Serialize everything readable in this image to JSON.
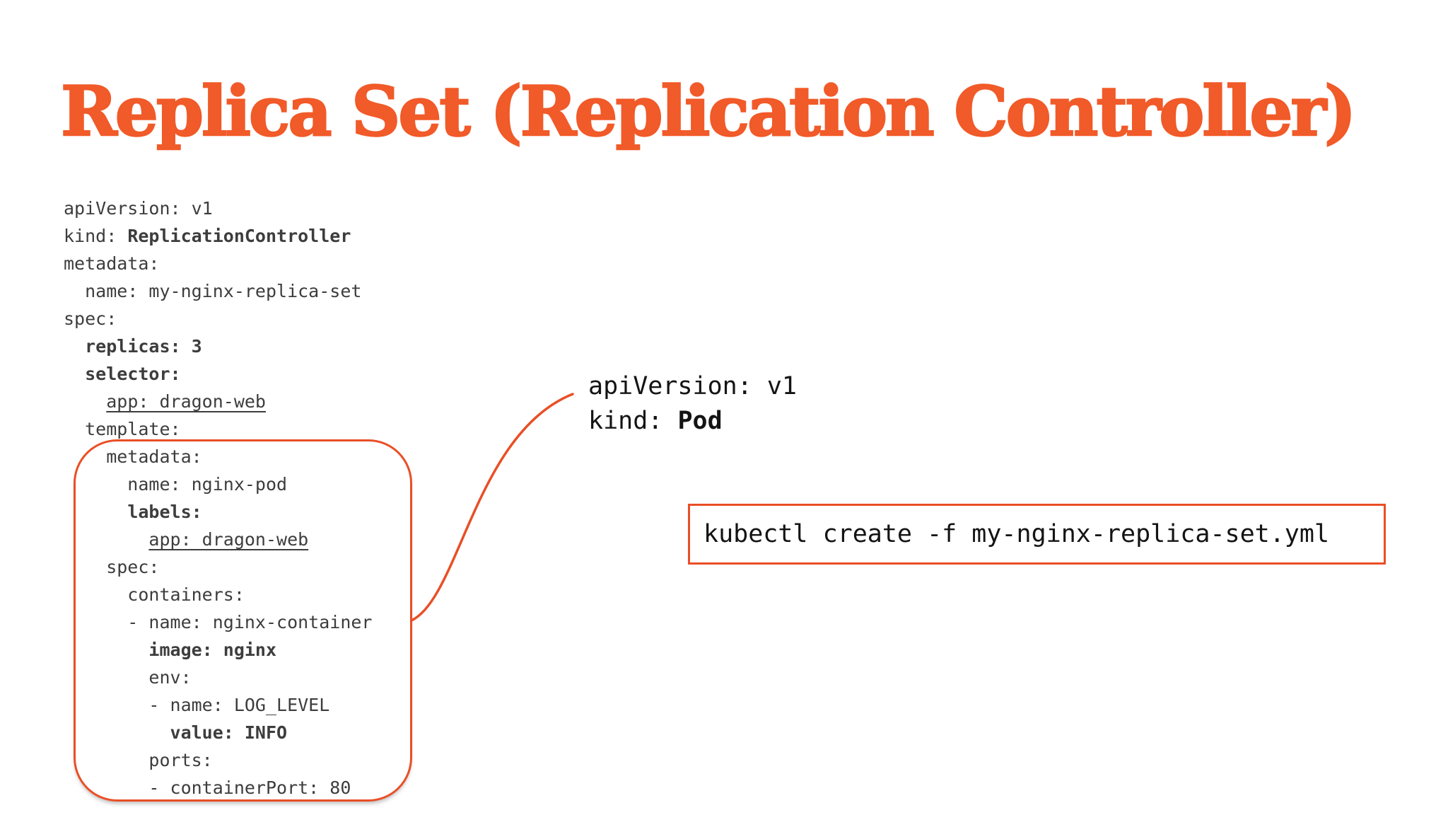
{
  "colors": {
    "accent": "#e94f26",
    "title": "#f15a29",
    "code_ink": "#3d3d3d",
    "ink": "#141414"
  },
  "slide": {
    "title": "Replica Set (Replication Controller)"
  },
  "left_yaml": {
    "lines": [
      [
        {
          "text": "apiVersion: v1"
        }
      ],
      [
        {
          "text": "kind: "
        },
        {
          "text": "ReplicationController",
          "bold": true
        }
      ],
      [
        {
          "text": "metadata:"
        }
      ],
      [
        {
          "text": "  name: my-nginx-replica-set"
        }
      ],
      [
        {
          "text": "spec:"
        }
      ],
      [
        {
          "text": "  "
        },
        {
          "text": "replicas: 3",
          "bold": true
        }
      ],
      [
        {
          "text": "  "
        },
        {
          "text": "selector:",
          "bold": true
        }
      ],
      [
        {
          "text": "    "
        },
        {
          "text": "app: dragon-web",
          "underline": true
        }
      ],
      [
        {
          "text": "  template:"
        }
      ],
      [
        {
          "text": "    metadata:"
        }
      ],
      [
        {
          "text": "      name: nginx-pod"
        }
      ],
      [
        {
          "text": "      "
        },
        {
          "text": "labels:",
          "bold": true
        }
      ],
      [
        {
          "text": "        "
        },
        {
          "text": "app: dragon-web",
          "underline": true
        }
      ],
      [
        {
          "text": "    spec:"
        }
      ],
      [
        {
          "text": "      containers:"
        }
      ],
      [
        {
          "text": "      - name: nginx-container"
        }
      ],
      [
        {
          "text": "        "
        },
        {
          "text": "image: nginx",
          "bold": true
        }
      ],
      [
        {
          "text": "        env:"
        }
      ],
      [
        {
          "text": "        - name: LOG_LEVEL"
        }
      ],
      [
        {
          "text": "          "
        },
        {
          "text": "value: INFO",
          "bold": true
        }
      ],
      [
        {
          "text": "        ports:"
        }
      ],
      [
        {
          "text": "        - containerPort: 80"
        }
      ]
    ]
  },
  "pod_label": {
    "lines": [
      [
        {
          "text": "apiVersion: v1"
        }
      ],
      [
        {
          "text": "kind: "
        },
        {
          "text": "Pod",
          "bold": true
        }
      ]
    ]
  },
  "command_box": {
    "text": "kubectl create -f my-nginx-replica-set.yml"
  }
}
